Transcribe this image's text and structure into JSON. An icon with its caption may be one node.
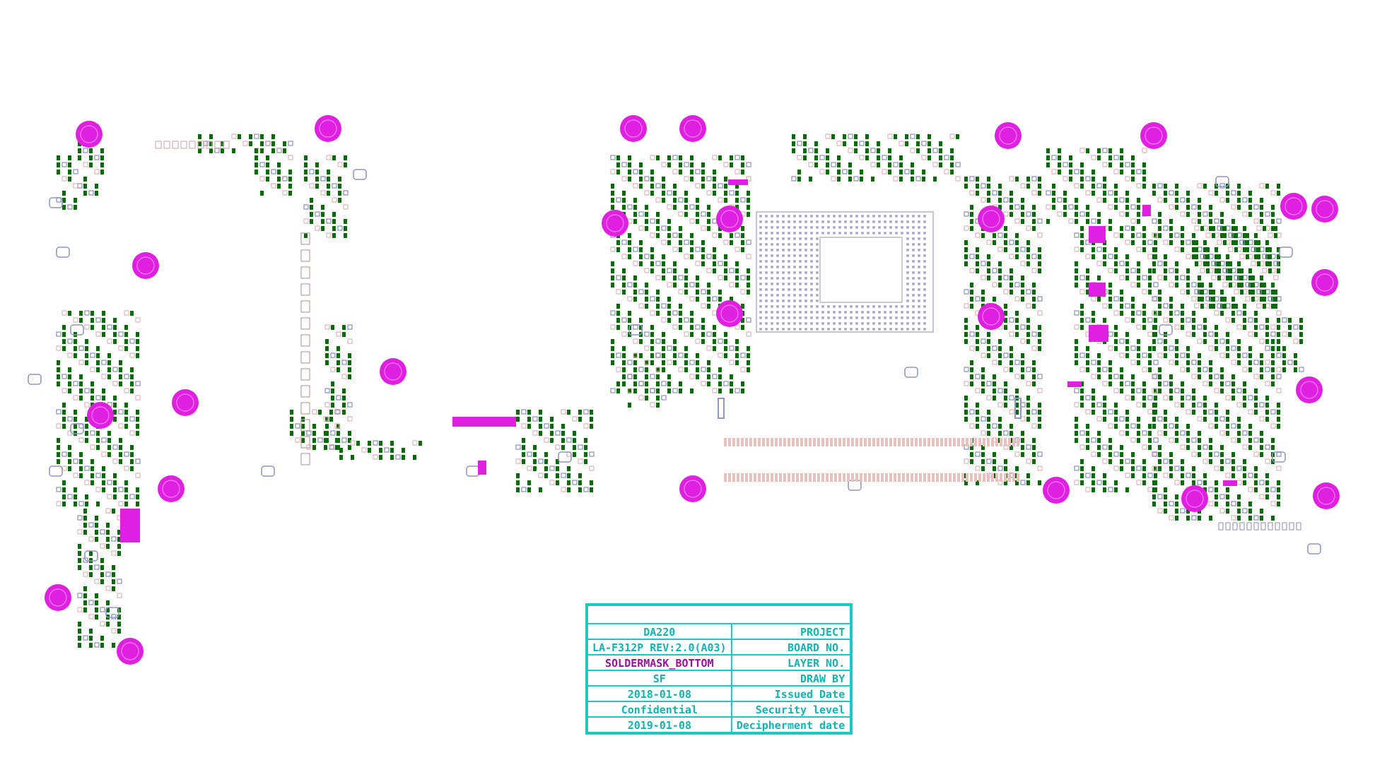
{
  "diagram": {
    "labels": [
      "DA220",
      "PROJECT",
      "LA-F312P REV:2.0(A03)",
      "BOARD NO.",
      "SOLDERMASK_BOTTOM",
      "LAYER NO.",
      "SF",
      "DRAW BY",
      "2018-01-08",
      "Issued Date",
      "Confidential",
      "Security level",
      "2019-01-08",
      "Decipherment date"
    ]
  }
}
